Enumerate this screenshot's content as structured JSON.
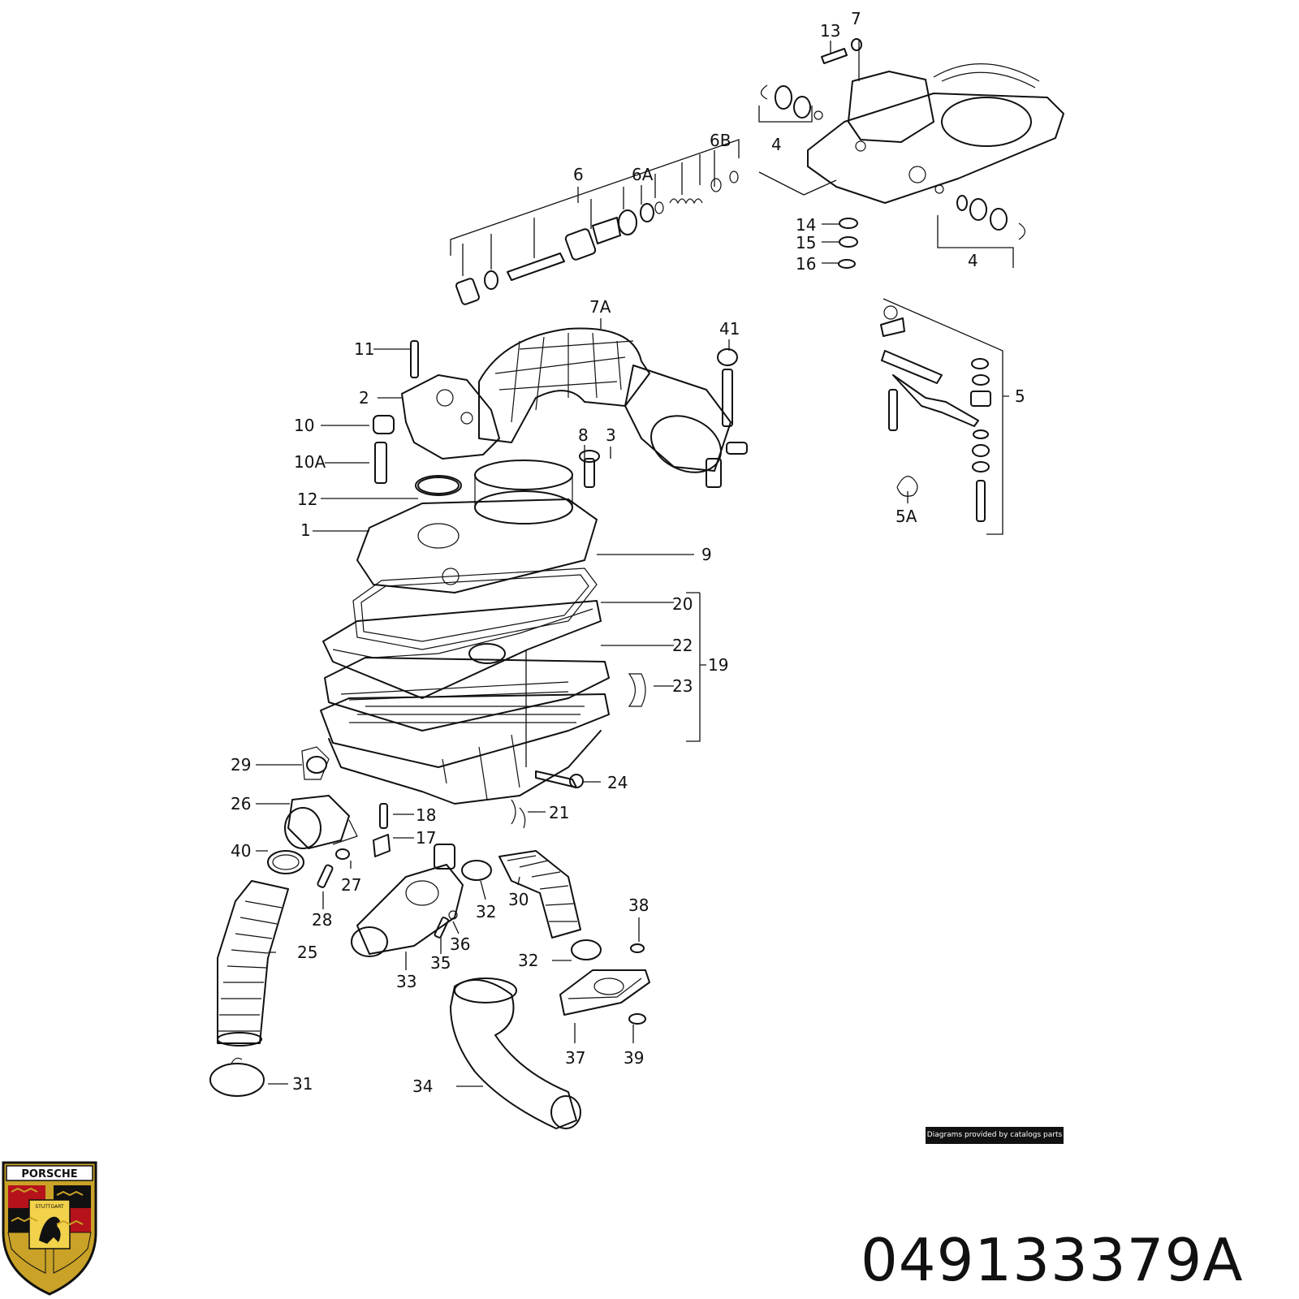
{
  "callouts": {
    "c1": "1",
    "c2": "2",
    "c3": "3",
    "c4a": "4",
    "c4b": "4",
    "c5": "5",
    "c5A": "5A",
    "c6": "6",
    "c6A": "6A",
    "c6B": "6B",
    "c7": "7",
    "c7A": "7A",
    "c8": "8",
    "c9": "9",
    "c10": "10",
    "c10A": "10A",
    "c11": "11",
    "c12": "12",
    "c13": "13",
    "c14": "14",
    "c15": "15",
    "c16": "16",
    "c17": "17",
    "c18": "18",
    "c19": "19",
    "c20": "20",
    "c21": "21",
    "c22": "22",
    "c23": "23",
    "c24": "24",
    "c25": "25",
    "c26": "26",
    "c27": "27",
    "c28": "28",
    "c29": "29",
    "c30": "30",
    "c31": "31",
    "c32a": "32",
    "c32b": "32",
    "c33": "33",
    "c34": "34",
    "c35": "35",
    "c36": "36",
    "c37": "37",
    "c38": "38",
    "c39": "39",
    "c40": "40",
    "c41": "41"
  },
  "credit": "Diagrams provided by catalogs parts",
  "part_number": "049133379A",
  "logo": {
    "brand_text": "PORSCHE",
    "city_text": "STUTTGART",
    "colors": {
      "gold": "#c9a227",
      "red": "#b5121b",
      "black": "#111111"
    }
  }
}
